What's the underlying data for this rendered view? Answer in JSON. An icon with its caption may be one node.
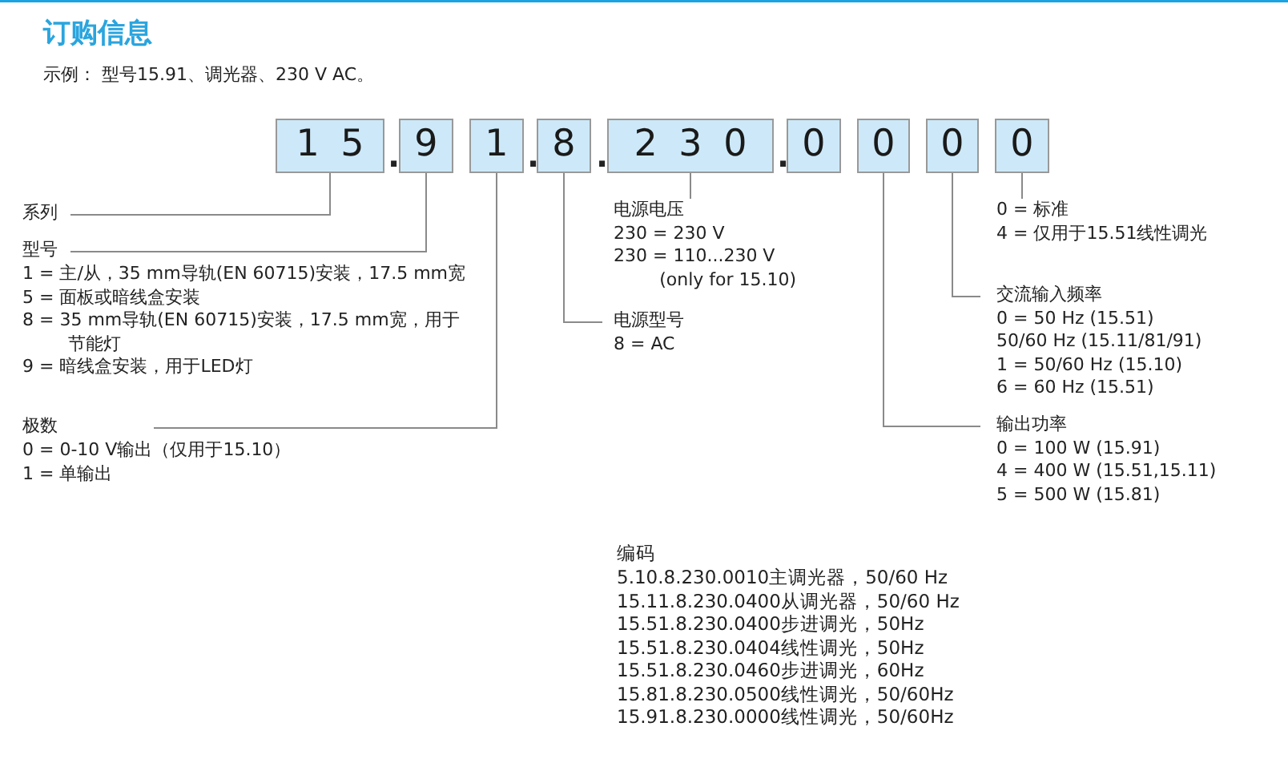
{
  "diagram": {
    "title": "订购信息",
    "nodes": [
      {
        "text": [
          "1 5"
        ]
      },
      {
        "text": [
          "9"
        ]
      },
      {
        "text": [
          "1"
        ]
      },
      {
        "text": [
          "8"
        ]
      },
      {
        "text": [
          "2 3 0"
        ]
      },
      {
        "text": [
          "0"
        ]
      },
      {
        "text": [
          "0"
        ]
      },
      {
        "text": [
          "0"
        ]
      },
      {
        "text": [
          "0"
        ]
      },
      {
        "text": [
          "系列"
        ]
      },
      {
        "text": [
          "型号"
        ],
        "beside": [
          "1 = 主/从，35 mm导轨(EN 60715)安装，17.5 mm宽",
          "5 = 面板或暗线盒安装",
          "8 = 35 mm导轨(EN 60715)安装，17.5 mm宽，用于节能灯",
          "9 = 暗线盒安装，用于LED灯"
        ]
      },
      {
        "text": [
          "极数"
        ],
        "beside": [
          "0 = 0-10 V输出（仅用于15.10）",
          "1 = 单输出"
        ]
      },
      {
        "text": [
          "电源电压",
          "230 = 230 V",
          "230 = 110...230 V (only for 15.10)"
        ]
      },
      {
        "text": [
          "电源型号",
          "8 = AC"
        ]
      },
      {
        "text": [
          "0 = 标准",
          "4 = 仅用于15.51线性调光"
        ]
      },
      {
        "text": [
          "交流输入频率",
          "0 = 50 Hz (15.51)",
          "50/60 Hz (15.11/81/91)",
          "1 = 50/60 Hz (15.10)",
          "6 = 60 Hz (15.51)"
        ]
      },
      {
        "text": [
          "输出功率",
          "0 = 100 W (15.91)",
          "4 = 400 W (15.51,15.11)",
          "5 = 500 W (15.81)"
        ]
      }
    ],
    "edges": [
      {
        "from": 0,
        "to": 9,
        "arrow": "none"
      },
      {
        "from": 1,
        "to": 10,
        "arrow": "none"
      },
      {
        "from": 2,
        "to": 11,
        "arrow": "none"
      },
      {
        "from": 3,
        "to": 13,
        "arrow": "none"
      },
      {
        "from": 4,
        "to": 12,
        "arrow": "none"
      },
      {
        "from": 6,
        "to": 16,
        "arrow": "none"
      },
      {
        "from": 7,
        "to": 15,
        "arrow": "none"
      },
      {
        "from": 8,
        "to": 14,
        "arrow": "none"
      }
    ],
    "labels": [
      "示例： 型号15.91、调光器、230 V AC。",
      ".",
      ".",
      ".",
      ".",
      "编码",
      "5.10.8.230.0010主调光器，50/60 Hz",
      "15.11.8.230.0400从调光器，50/60 Hz",
      "15.51.8.230.0400步进调光，50Hz",
      "15.51.8.230.0404线性调光，50Hz",
      "15.51.8.230.0460步进调光，60Hz",
      "15.81.8.230.0500线性调光，50/60Hz",
      "15.91.8.230.0000线性调光，50/60Hz"
    ]
  }
}
